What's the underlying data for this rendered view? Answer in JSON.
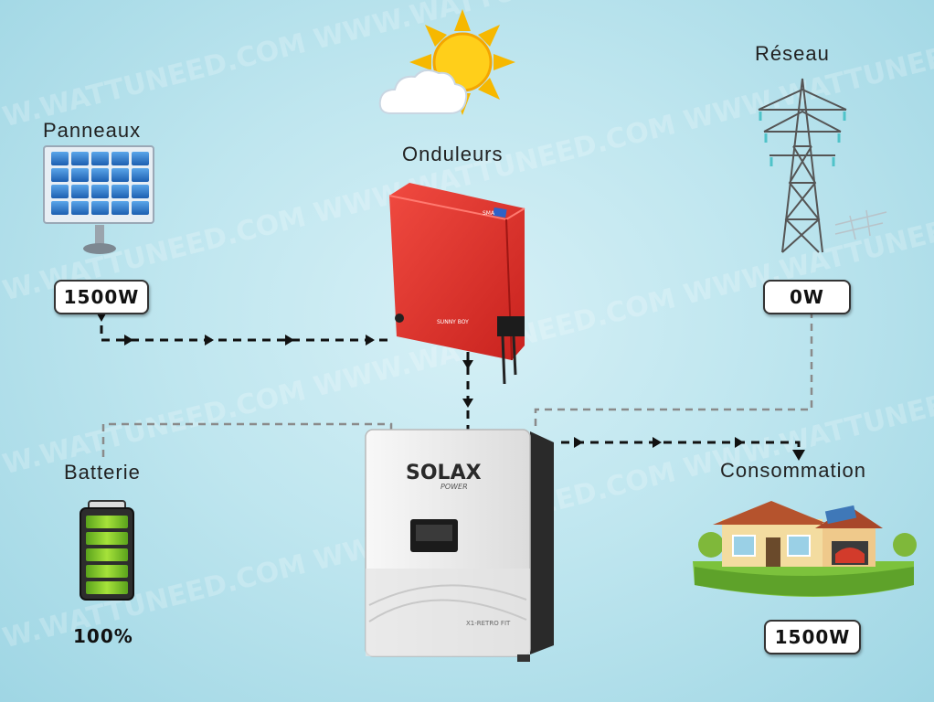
{
  "nodes": {
    "panels": {
      "label": "Panneaux",
      "value": "1500W"
    },
    "inverters": {
      "label": "Onduleurs"
    },
    "grid": {
      "label": "Réseau",
      "value": "0W"
    },
    "battery": {
      "label": "Batterie",
      "value": "100%",
      "charge_fraction": 1.0
    },
    "consumption": {
      "label": "Consommation",
      "value": "1500W"
    }
  },
  "devices": {
    "hybrid_inverter_brand": "SOLAX",
    "hybrid_inverter_sub": "POWER",
    "hybrid_inverter_model": "X1-RETRO FIT",
    "string_inverter_brand": "SMA",
    "string_inverter_model": "SUNNY BOY"
  },
  "watermark": "WWW.WATTUNEED.COM",
  "colors": {
    "flow_active": "#111111",
    "flow_idle": "#8a8a8a",
    "string_inverter": "#e8322c",
    "battery_green": "#8fd12c"
  },
  "icons": [
    "sun-icon",
    "cloud-icon",
    "solar-panel-icon",
    "power-pylon-icon",
    "battery-icon",
    "house-icon"
  ]
}
